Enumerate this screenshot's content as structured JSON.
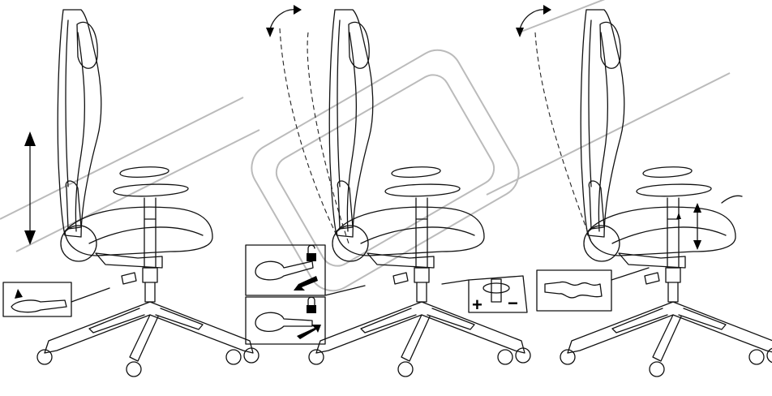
{
  "diagram": {
    "panels": [
      {
        "name": "seat-height-adjustment"
      },
      {
        "name": "backrest-tilt-lock"
      },
      {
        "name": "seat-tilt-tension"
      }
    ],
    "tension_knob": {
      "plus_label": "+",
      "minus_label": "−"
    },
    "colors": {
      "line": "#111111",
      "watermark": "#bbbbbb"
    }
  }
}
